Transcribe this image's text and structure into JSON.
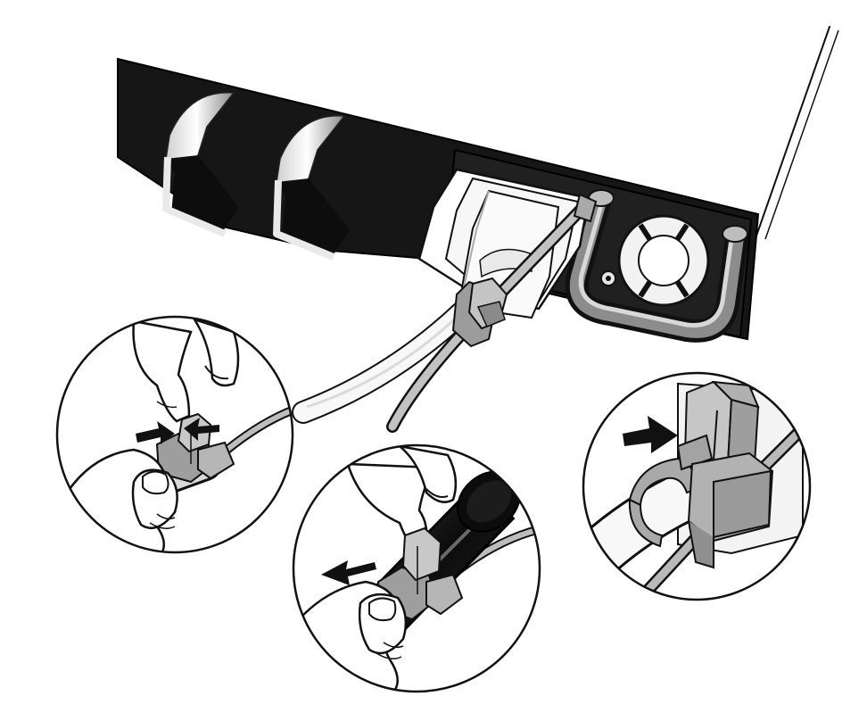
{
  "figure": {
    "colors": {
      "chassis": "#161616",
      "chassis_edge": "#000000",
      "clip_gray": "#9a9a9a",
      "clip_light": "#c9c9c9",
      "clip_dark": "#6f6f6f",
      "cable_white": "#f4f4f4",
      "cable_black": "#1b1b1b",
      "skin": "#ffffff",
      "arrow": "#111111",
      "strap": "#b9b9b9"
    },
    "callouts": [
      {
        "name": "detail-squeeze-clip",
        "icon": "hand-pinch-icon"
      },
      {
        "name": "detail-slide-clip-onto-cable",
        "icon": "hand-slide-icon"
      },
      {
        "name": "detail-clip-secured",
        "icon": "clip-closeup-icon"
      }
    ]
  }
}
